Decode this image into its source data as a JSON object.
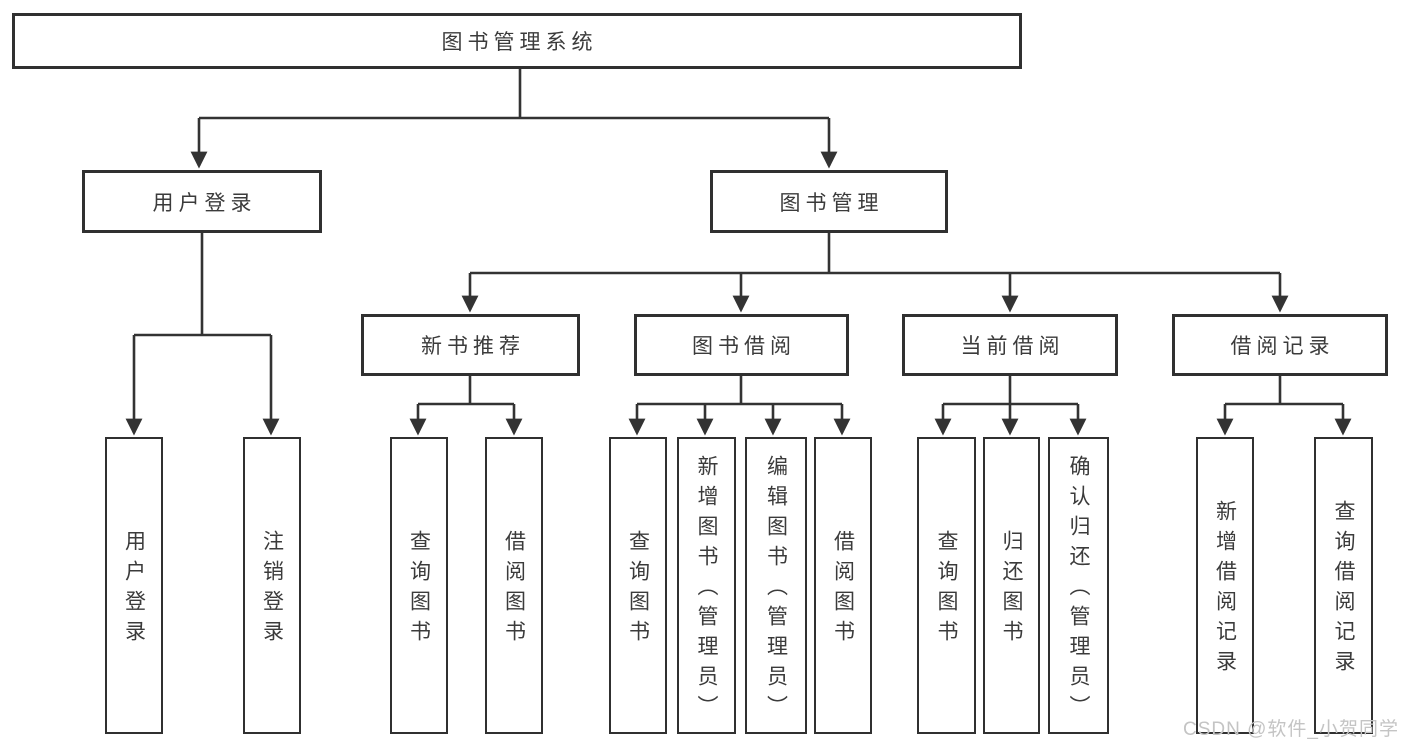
{
  "diagram": {
    "root": "图书管理系统",
    "level2": {
      "user_login_group": "用户登录",
      "book_mgmt": "图书管理"
    },
    "level3": {
      "new_book_rec": "新书推荐",
      "book_borrow": "图书借阅",
      "current_borrow": "当前借阅",
      "borrow_records": "借阅记录"
    },
    "leaves": {
      "user_login": "用户登录",
      "logout": "注销登录",
      "rec_query_books": "查询图书",
      "rec_borrow_books": "借阅图书",
      "borrow_query_books": "查询图书",
      "borrow_add_books": "新增图书（管理员）",
      "borrow_edit_books": "编辑图书（管理员）",
      "borrow_borrow_books": "借阅图书",
      "current_query_books": "查询图书",
      "current_return_books": "归还图书",
      "current_confirm_return": "确认归还（管理员）",
      "records_add": "新增借阅记录",
      "records_query": "查询借阅记录"
    }
  },
  "watermark": "CSDN @软件_小贺同学",
  "colors": {
    "line": "#333333",
    "box_border": "#303030",
    "text": "#3b3b3b",
    "watermark": "#c4c4c4",
    "background": "#ffffff"
  }
}
